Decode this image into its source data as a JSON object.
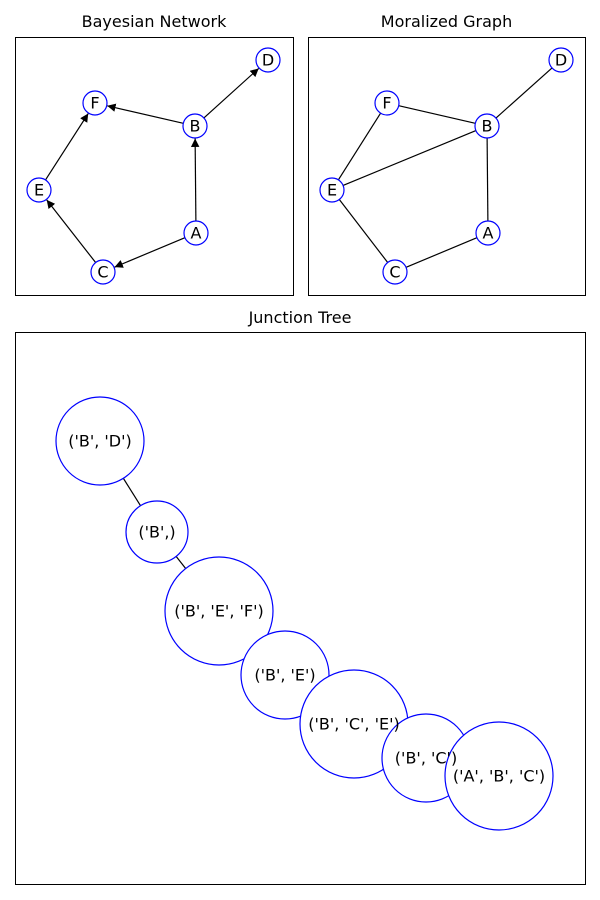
{
  "panels": {
    "bayes_title": "Bayesian Network",
    "moral_title": "Moralized Graph",
    "junction_title": "Junction Tree"
  },
  "colors": {
    "node_stroke": "#0000ff",
    "edge": "#000000",
    "frame": "#000000"
  },
  "bayesian_network": {
    "nodes": [
      {
        "id": "A",
        "label": "A"
      },
      {
        "id": "B",
        "label": "B"
      },
      {
        "id": "C",
        "label": "C"
      },
      {
        "id": "D",
        "label": "D"
      },
      {
        "id": "E",
        "label": "E"
      },
      {
        "id": "F",
        "label": "F"
      }
    ],
    "edges": [
      {
        "from": "A",
        "to": "B"
      },
      {
        "from": "A",
        "to": "C"
      },
      {
        "from": "B",
        "to": "D"
      },
      {
        "from": "B",
        "to": "F"
      },
      {
        "from": "C",
        "to": "E"
      },
      {
        "from": "E",
        "to": "F"
      }
    ]
  },
  "moralized_graph": {
    "nodes": [
      {
        "id": "A",
        "label": "A"
      },
      {
        "id": "B",
        "label": "B"
      },
      {
        "id": "C",
        "label": "C"
      },
      {
        "id": "D",
        "label": "D"
      },
      {
        "id": "E",
        "label": "E"
      },
      {
        "id": "F",
        "label": "F"
      }
    ],
    "edges": [
      {
        "from": "A",
        "to": "B"
      },
      {
        "from": "A",
        "to": "C"
      },
      {
        "from": "B",
        "to": "D"
      },
      {
        "from": "B",
        "to": "F"
      },
      {
        "from": "C",
        "to": "E"
      },
      {
        "from": "E",
        "to": "F"
      },
      {
        "from": "E",
        "to": "B"
      }
    ]
  },
  "junction_tree": {
    "nodes": [
      {
        "id": "BD",
        "label": "('B', 'D')"
      },
      {
        "id": "B",
        "label": "('B',)"
      },
      {
        "id": "BEF",
        "label": "('B', 'E', 'F')"
      },
      {
        "id": "BE",
        "label": "('B', 'E')"
      },
      {
        "id": "BCE",
        "label": "('B', 'C', 'E')"
      },
      {
        "id": "BC",
        "label": "('B', 'C')"
      },
      {
        "id": "ABC",
        "label": "('A', 'B', 'C')"
      }
    ],
    "edges": [
      {
        "from": "BD",
        "to": "B"
      },
      {
        "from": "B",
        "to": "BEF"
      },
      {
        "from": "BEF",
        "to": "BE"
      },
      {
        "from": "BE",
        "to": "BCE"
      },
      {
        "from": "BCE",
        "to": "BC"
      },
      {
        "from": "BC",
        "to": "ABC"
      }
    ]
  }
}
